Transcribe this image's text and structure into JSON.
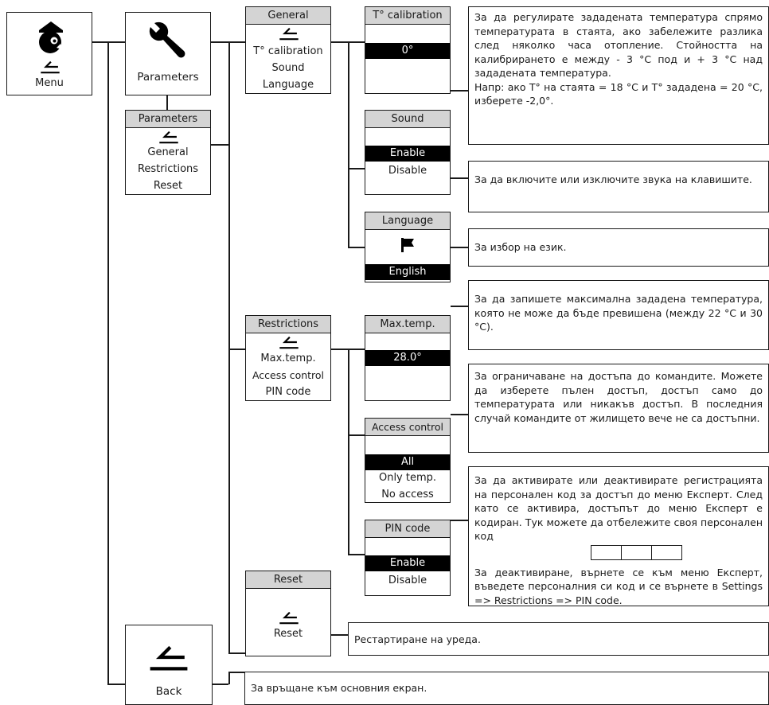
{
  "menu": {
    "label": "Menu"
  },
  "parameters_tile": {
    "label": "Parameters"
  },
  "back_tile": {
    "label": "Back"
  },
  "parameters_menu": {
    "title": "Parameters",
    "items": [
      "General",
      "Restrictions",
      "Reset"
    ]
  },
  "general_menu": {
    "title": "General",
    "items": [
      "T° calibration",
      "Sound",
      "Language"
    ]
  },
  "restrictions_menu": {
    "title": "Restrictions",
    "items": [
      "Max.temp.",
      "Access control",
      "PIN code"
    ]
  },
  "reset_menu": {
    "title": "Reset",
    "item": "Reset"
  },
  "calibration_screen": {
    "title": "T° calibration",
    "value": "0°"
  },
  "sound_screen": {
    "title": "Sound",
    "options": [
      "Enable",
      "Disable"
    ],
    "selected": "Enable"
  },
  "language_screen": {
    "title": "Language",
    "value": "English"
  },
  "maxtemp_screen": {
    "title": "Max.temp.",
    "value": "28.0°"
  },
  "access_screen": {
    "title": "Access control",
    "options": [
      "All",
      "Only temp.",
      "No access"
    ],
    "selected": "All"
  },
  "pin_screen": {
    "title": "PIN code",
    "options": [
      "Enable",
      "Disable"
    ],
    "selected": "Enable"
  },
  "descriptions": {
    "calibration": "За да регулирате зададената температура спрямо температурата в стаята, ако забележите разлика след няколко часа отопление. Стойността на калибрирането е между - 3 °C под и + 3 °C над зададената температура.",
    "calibration_example": "Напр: ако T° на стаята = 18 °C и T° зададена = 20 °C, изберете -2,0°.",
    "sound": "За да включите или изключите звука на клавишите.",
    "language": "За избор на език.",
    "maxtemp": "За да запишете максимална зададена температура, която не може да бъде превишена (между 22 °C и 30 °C).",
    "access": "За ограничаване на достъпа до командите. Можете да изберете пълен достъп, достъп само до температурата или никакъв достъп. В последния случай командите от жилището вече не са достъпни.",
    "pin": "За да активирате или деактивирате регистрацията на персонален код за достъп до меню Експерт. След като се активира, достъпът до меню Експерт е кодиран. Тук можете да отбележите своя персонален код",
    "pin_deactivate": "За деактивиране, върнете се към меню Експерт, въведете персоналния си код и се върнете в Settings => Restrictions => PIN code.",
    "reset": "Рестартиране на уреда.",
    "back": "За връщане към основния екран."
  },
  "icons": [
    "thermostat-face-icon",
    "wrench-icon",
    "return-arrow-icon",
    "flag-icon"
  ],
  "colors": {
    "header": "#d4d4d4",
    "selected": "#000000",
    "line": "#1a1a1a"
  }
}
